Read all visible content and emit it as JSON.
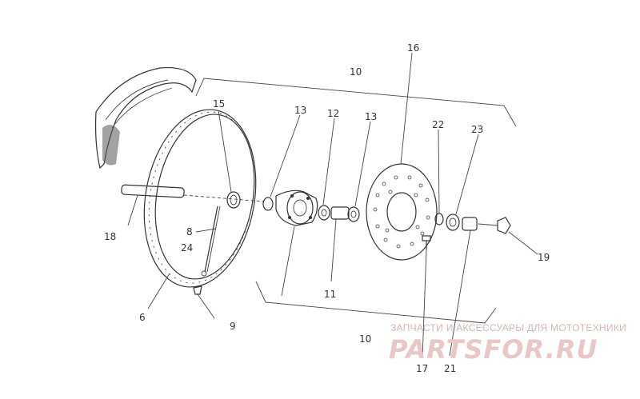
{
  "parts": {
    "p6": "6",
    "p8": "8",
    "p9": "9",
    "p10a": "10",
    "p10b": "10",
    "p11": "11",
    "p12": "12",
    "p13a": "13",
    "p13b": "13",
    "p15": "15",
    "p16": "16",
    "p17": "17",
    "p18": "18",
    "p19": "19",
    "p21": "21",
    "p22": "22",
    "p23": "23",
    "p24": "24"
  },
  "watermark": {
    "caption": "ЗАПЧАСТИ И АКСЕССУАРЫ ДЛЯ МОТОТЕХНИКИ",
    "logo": "PARTSFOR.RU"
  },
  "colors": {
    "line": "#333333",
    "watermark": "#e9c7c7"
  }
}
